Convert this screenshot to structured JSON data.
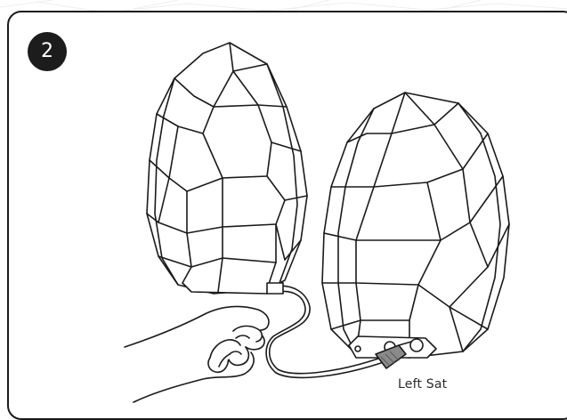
{
  "step": {
    "number": "2"
  },
  "illustration": {
    "callout_label": "Left Sat",
    "subjects": [
      "speaker-left",
      "speaker-right",
      "hand",
      "cable",
      "connector"
    ]
  },
  "colors": {
    "line": "#1a1a1a",
    "badge": "#1c1c1c",
    "connector": "#8a8a8a",
    "backdrop_texture": "#e8e8e8"
  }
}
